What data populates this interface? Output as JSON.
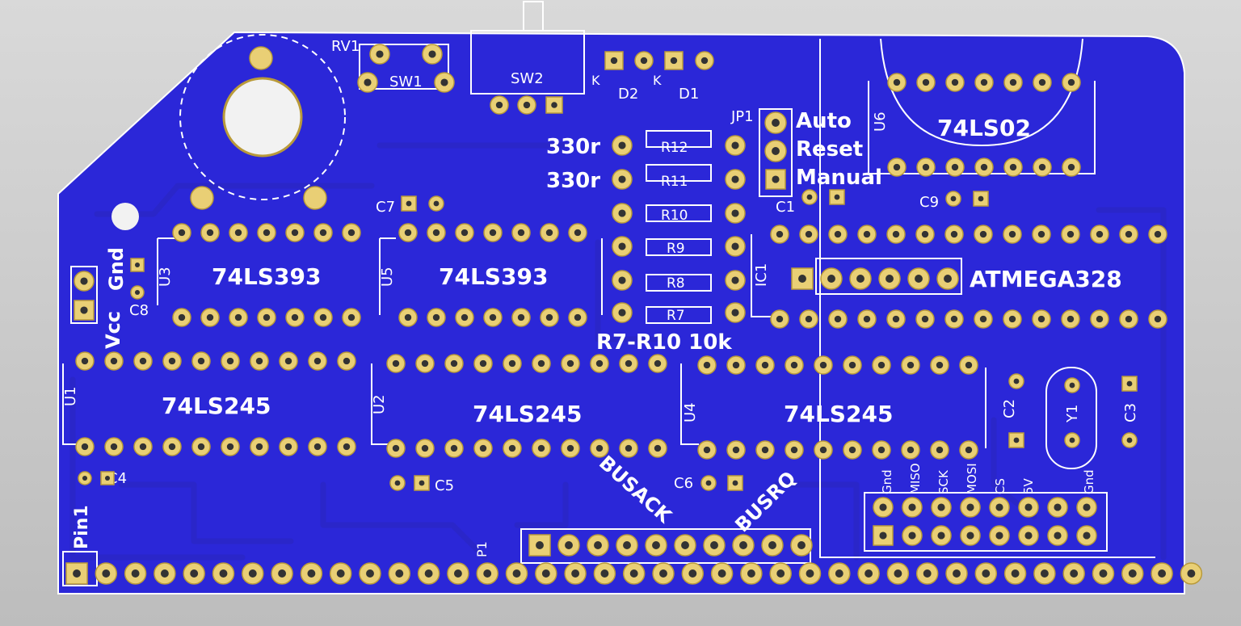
{
  "board": {
    "colors": {
      "background": "#cfcfcf",
      "board": "#2b27d8",
      "copper": "#e9cf75",
      "silkscreen": "#ffffff"
    }
  },
  "chips": {
    "u3": {
      "ref": "U3",
      "part": "74LS393"
    },
    "u5": {
      "ref": "U5",
      "part": "74LS393"
    },
    "u1": {
      "ref": "U1",
      "part": "74LS245"
    },
    "u2": {
      "ref": "U2",
      "part": "74LS245"
    },
    "u4": {
      "ref": "U4",
      "part": "74LS245"
    },
    "u6": {
      "ref": "U6",
      "part": "74LS02"
    },
    "ic1": {
      "ref": "IC1",
      "part": "ATMEGA328"
    }
  },
  "resistors": {
    "r12": "R12",
    "r11": "R11",
    "r10": "R10",
    "r9": "R9",
    "r8": "R8",
    "r7": "R7",
    "val_r12": "330r",
    "val_r11": "330r",
    "note": "R7-R10 10k"
  },
  "caps": {
    "c1": "C1",
    "c2": "C2",
    "c3": "C3",
    "c4": "C4",
    "c5": "C5",
    "c6": "C6",
    "c7": "C7",
    "c8": "C8",
    "c9": "C9"
  },
  "misc": {
    "rv1": "RV1",
    "sw1": "SW1",
    "sw2": "SW2",
    "d1": "D1",
    "d2": "D2",
    "k": "K",
    "jp1": "JP1",
    "auto": "Auto",
    "reset": "Reset",
    "manual": "Manual",
    "y1": "Y1",
    "p1": "P1",
    "pin1": "Pin1",
    "vcc": "Vcc",
    "gnd": "Gnd",
    "busack": "BUSACK",
    "busrq": "BUSRQ"
  },
  "isp": {
    "labels": [
      "Gnd",
      "MISO",
      "SCK",
      "MOSI",
      "CS",
      "5V",
      "",
      "Gnd"
    ]
  }
}
